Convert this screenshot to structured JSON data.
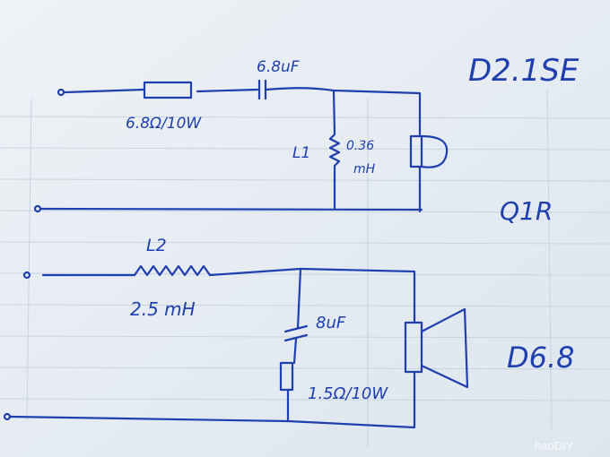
{
  "colors": {
    "ink": "#1f3fae",
    "paper": "#e9eef3"
  },
  "tweeter_circuit": {
    "model": "D2.1SE",
    "series_resistor": "6.8Ω/10W",
    "series_capacitor": "6.8uF",
    "inductor_name": "L1",
    "inductor_value": "0.36",
    "inductor_unit": "mH",
    "tag": "Q1R"
  },
  "woofer_circuit": {
    "model": "D6.8",
    "inductor_name": "L2",
    "inductor_value": "2.5 mH",
    "capacitor": "8uF",
    "resistor": "1.5Ω/10W"
  },
  "watermark": "haoDIY"
}
